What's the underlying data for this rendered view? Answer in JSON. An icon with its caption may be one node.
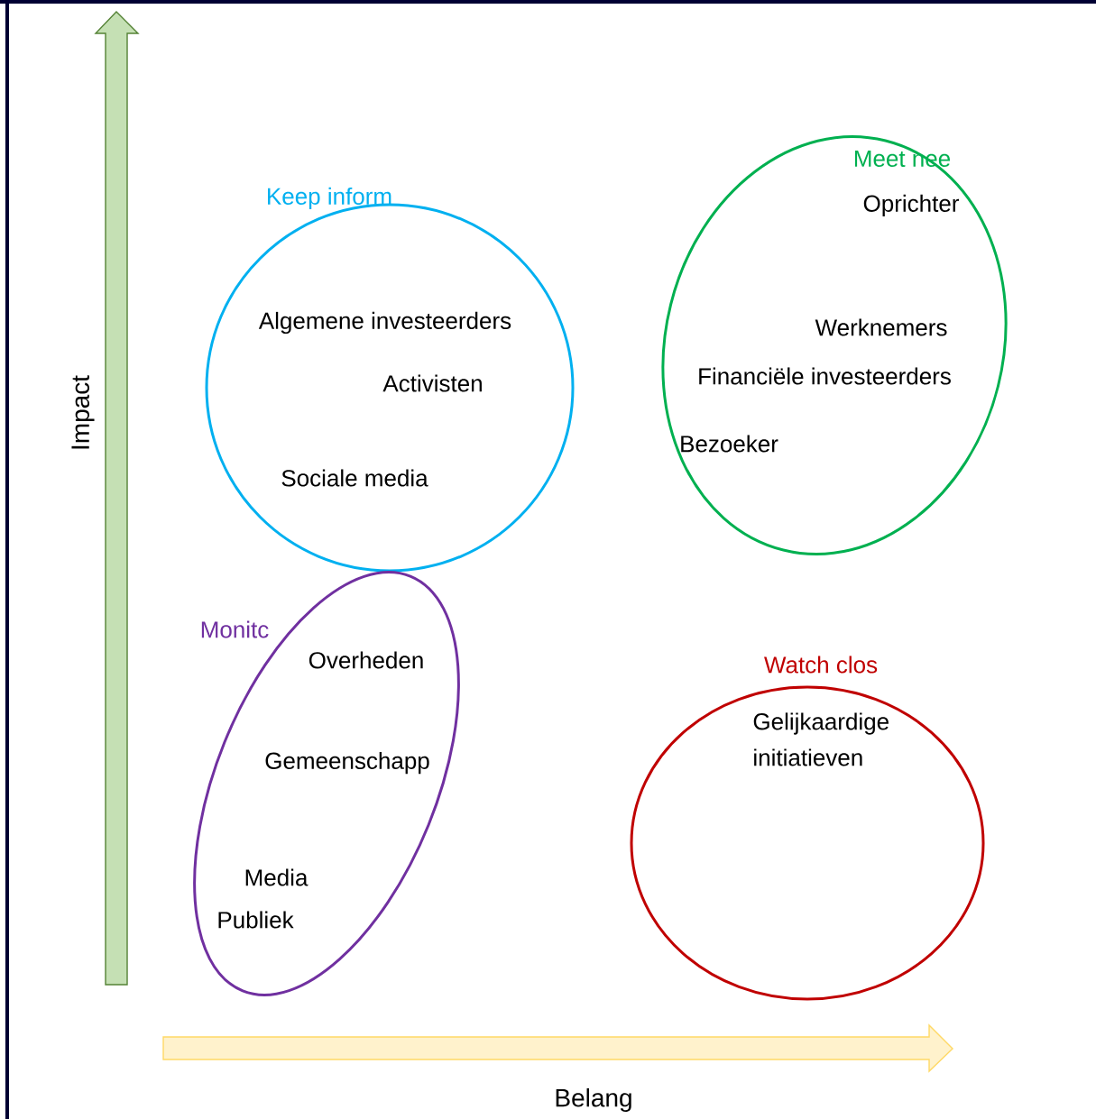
{
  "diagram": {
    "nodes": [
      {
        "text": [
          "Keep inform",
          "Algemene investeerders",
          "Activisten",
          "Sociale media"
        ]
      },
      {
        "text": [
          "Meet nee",
          "Oprichter",
          "Werknemers",
          "Financiële investeerders",
          "Bezoeker"
        ]
      },
      {
        "text": [
          "Monitc",
          "Overheden",
          "Gemeenschapp",
          "Media",
          "Publiek"
        ]
      },
      {
        "text": [
          "Watch clos",
          "Gelijkaardige initiatieven"
        ]
      }
    ],
    "labels": [
      "Impact",
      "Belang"
    ]
  }
}
